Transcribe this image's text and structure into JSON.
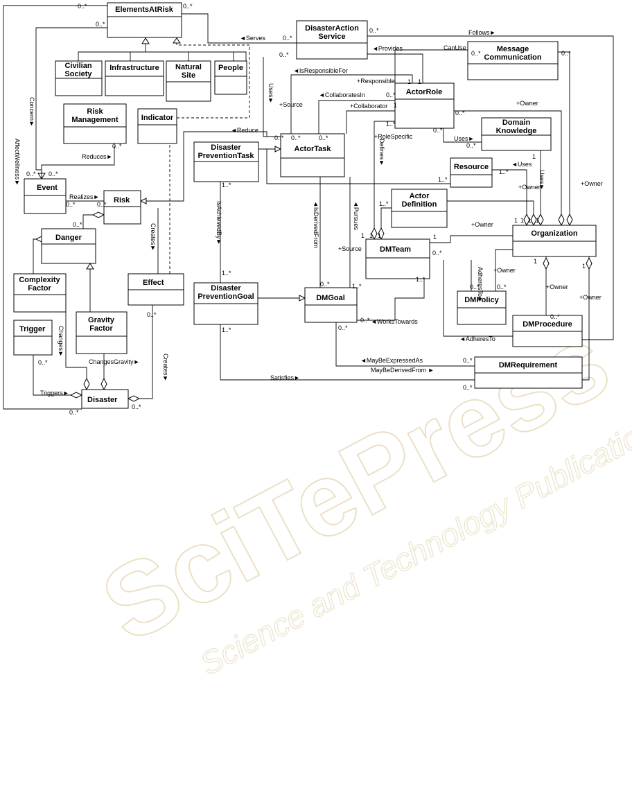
{
  "watermark": {
    "logo": "SciTePress",
    "tagline": "Science and Technology Publications"
  },
  "classes": [
    {
      "id": "elementsatrisk",
      "name": "ElementsAtRisk"
    },
    {
      "id": "disasteractionservice",
      "name": "DisasterAction Service"
    },
    {
      "id": "messagecommunication",
      "name": "Message Communication"
    },
    {
      "id": "civiliansociety",
      "name": "Civilian Society"
    },
    {
      "id": "infrastructure",
      "name": "Infrastructure"
    },
    {
      "id": "naturalsite",
      "name": "Natural Site"
    },
    {
      "id": "people",
      "name": "People"
    },
    {
      "id": "actorrole",
      "name": "ActorRole"
    },
    {
      "id": "riskmanagement",
      "name": "Risk Management"
    },
    {
      "id": "indicator",
      "name": "Indicator"
    },
    {
      "id": "domainknowledge",
      "name": "Domain Knowledge"
    },
    {
      "id": "disasterpreventiontask",
      "name": "Disaster PreventionTask"
    },
    {
      "id": "actortask",
      "name": "ActorTask"
    },
    {
      "id": "event",
      "name": "Event"
    },
    {
      "id": "risk",
      "name": "Risk"
    },
    {
      "id": "resource",
      "name": "Resource"
    },
    {
      "id": "actordefinition",
      "name": "Actor Definition"
    },
    {
      "id": "danger",
      "name": "Danger"
    },
    {
      "id": "organization",
      "name": "Organization"
    },
    {
      "id": "dmteam",
      "name": "DMTeam"
    },
    {
      "id": "complexityfactor",
      "name": "Complexity Factor"
    },
    {
      "id": "effect",
      "name": "Effect"
    },
    {
      "id": "disasterpreventiongoal",
      "name": "Disaster PreventionGoal"
    },
    {
      "id": "dmgoal",
      "name": "DMGoal"
    },
    {
      "id": "dmpolicy",
      "name": "DMPolicy"
    },
    {
      "id": "trigger",
      "name": "Trigger"
    },
    {
      "id": "gravityfactor",
      "name": "Gravity Factor"
    },
    {
      "id": "dmprocedure",
      "name": "DMProcedure"
    },
    {
      "id": "dmrequirement",
      "name": "DMRequirement"
    },
    {
      "id": "disaster",
      "name": "Disaster"
    }
  ],
  "labels": [
    {
      "t": "0..*"
    },
    {
      "t": "0..*"
    },
    {
      "t": "0..*"
    },
    {
      "t": "◄Serves"
    },
    {
      "t": "0..*"
    },
    {
      "t": "0..*"
    },
    {
      "t": "Follows►"
    },
    {
      "t": "CanUse"
    },
    {
      "t": "0..*"
    },
    {
      "t": "0..*"
    },
    {
      "t": "◄Provides"
    },
    {
      "t": "0..*"
    },
    {
      "t": "◄IsResponsibleFor"
    },
    {
      "t": "+Responsible"
    },
    {
      "t": "1"
    },
    {
      "t": "1"
    },
    {
      "t": "0..*"
    },
    {
      "t": "◄CollaboratesIn"
    },
    {
      "t": "+Collaborator"
    },
    {
      "t": "1"
    },
    {
      "t": "+Source"
    },
    {
      "t": "0..*"
    },
    {
      "t": "+Owner"
    },
    {
      "t": "1..*"
    },
    {
      "t": "+RoleSpecific"
    },
    {
      "t": "0..*"
    },
    {
      "t": "Uses►"
    },
    {
      "t": "0..*"
    },
    {
      "t": "◄Reduce"
    },
    {
      "t": "0..*"
    },
    {
      "t": "0..*"
    },
    {
      "t": "0..*"
    },
    {
      "t": "Reduces►"
    },
    {
      "t": "0..*"
    },
    {
      "t": "0..*"
    },
    {
      "t": "0..*"
    },
    {
      "t": "◄Uses"
    },
    {
      "t": "1..*"
    },
    {
      "t": "1"
    },
    {
      "t": "1..*"
    },
    {
      "t": "1..*"
    },
    {
      "t": "+Owner"
    },
    {
      "t": "+Owner"
    },
    {
      "t": "Realizes►"
    },
    {
      "t": "0..*"
    },
    {
      "t": "0..*"
    },
    {
      "t": "0..*"
    },
    {
      "t": "1..*"
    },
    {
      "t": "+Owner"
    },
    {
      "t": "1"
    },
    {
      "t": "1"
    },
    {
      "t": "1"
    },
    {
      "t": "1"
    },
    {
      "t": "1"
    },
    {
      "t": "1"
    },
    {
      "t": "1"
    },
    {
      "t": "+Source"
    },
    {
      "t": "0..*"
    },
    {
      "t": "1"
    },
    {
      "t": "+Owner"
    },
    {
      "t": "1..*"
    },
    {
      "t": "1..*"
    },
    {
      "t": "0..*"
    },
    {
      "t": "1..*"
    },
    {
      "t": "0..*"
    },
    {
      "t": "0..*"
    },
    {
      "t": "1"
    },
    {
      "t": "1"
    },
    {
      "t": "+Owner"
    },
    {
      "t": "+Owner"
    },
    {
      "t": "0..*"
    },
    {
      "t": "◄WorksTowards"
    },
    {
      "t": "0..*"
    },
    {
      "t": "1..*"
    },
    {
      "t": "0..*"
    },
    {
      "t": "◄AdheresTo"
    },
    {
      "t": "0..*"
    },
    {
      "t": "0..*"
    },
    {
      "t": "ChangesGravity►"
    },
    {
      "t": "◄MayBeExpressedAs"
    },
    {
      "t": "0..*"
    },
    {
      "t": "MayBeDerivedFrom ►"
    },
    {
      "t": "Satisfies►"
    },
    {
      "t": "0..*"
    },
    {
      "t": "Triggers►"
    },
    {
      "t": "0..*"
    },
    {
      "t": "0..*"
    }
  ],
  "vlabels": [
    {
      "t": "Concern►"
    },
    {
      "t": "AffectWellness►"
    },
    {
      "t": "Uses►"
    },
    {
      "t": "Defines►"
    },
    {
      "t": "Uses►"
    },
    {
      "t": "Creates►"
    },
    {
      "t": "IsAchievedBy►"
    },
    {
      "t": "◄IsDerivedFrom"
    },
    {
      "t": "◄Pursues"
    },
    {
      "t": "AdheresTo►"
    },
    {
      "t": "Changes►"
    },
    {
      "t": "Creates►"
    }
  ]
}
